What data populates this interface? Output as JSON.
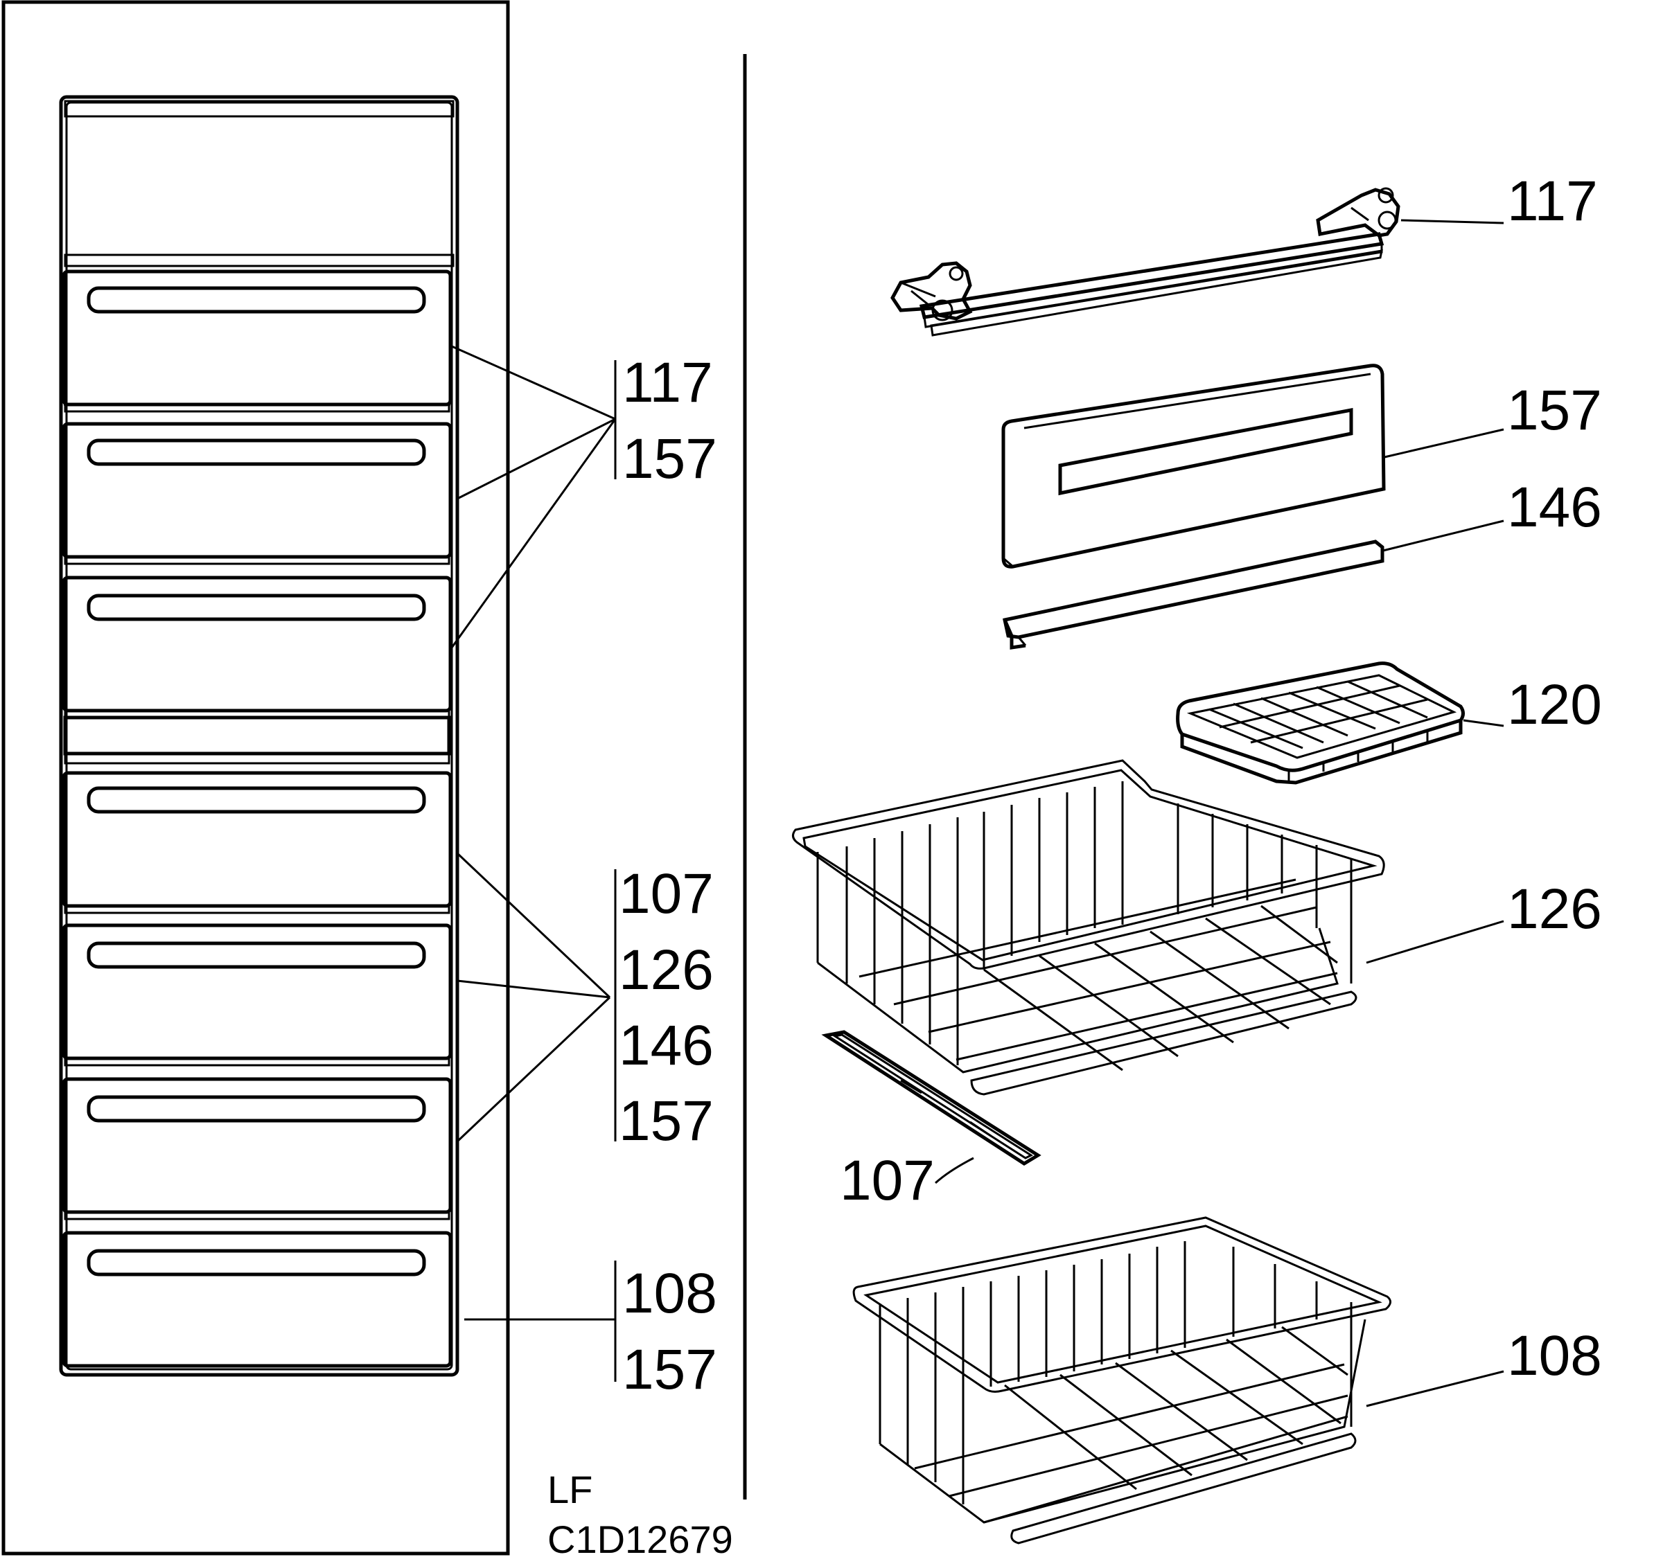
{
  "diagram": {
    "cabinet_callouts": {
      "group_top": [
        "117",
        "157"
      ],
      "group_middle": [
        "107",
        "126",
        "146",
        "157"
      ],
      "group_bottom": [
        "108",
        "157"
      ]
    },
    "part_labels": {
      "p117": "117",
      "p157": "157",
      "p146": "146",
      "p120": "120",
      "p126": "126",
      "p107": "107",
      "p108": "108"
    },
    "footer": {
      "line1": "LF",
      "line2": "C1D12679"
    }
  }
}
